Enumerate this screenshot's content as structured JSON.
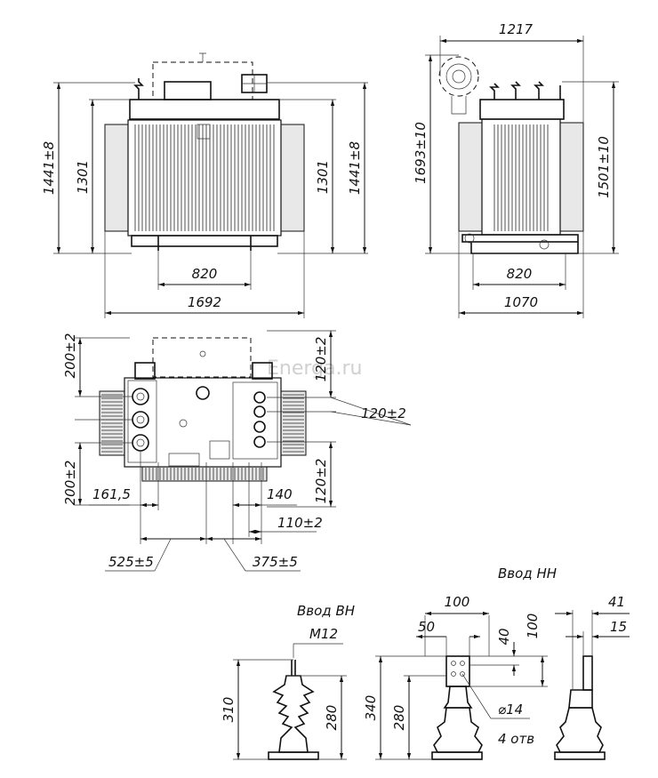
{
  "watermark": "Energa.ru",
  "front_view": {
    "height_total": "1441±8",
    "height_body": "1301",
    "height_body_right": "1301",
    "height_total_right": "1441±8",
    "track_width": "820",
    "overall_width": "1692"
  },
  "side_view": {
    "overall_width": "1217",
    "height_total": "1693±10",
    "height_body": "1501±10",
    "track_width": "820",
    "base_width": "1070"
  },
  "top_view": {
    "dim_200_top": "200±2",
    "dim_200_bottom": "200±2",
    "dim_120_top": "120±2",
    "dim_120_side": "120±2",
    "dim_120_bottom": "120±2",
    "dim_161": "161,5",
    "dim_140": "140",
    "dim_110": "110±2",
    "dim_525": "525±5",
    "dim_375": "375±5"
  },
  "hv_bushing": {
    "title": "Ввод ВН",
    "thread": "M12",
    "height_total": "310",
    "height_body": "280"
  },
  "lv_bushing": {
    "title": "Ввод НН",
    "width_100": "100",
    "width_50": "50",
    "height_40": "40",
    "height_100": "100",
    "height_total": "340",
    "height_body": "280",
    "hole": "⌀14",
    "holes_count": "4 отв",
    "side_41": "41",
    "side_15": "15"
  }
}
